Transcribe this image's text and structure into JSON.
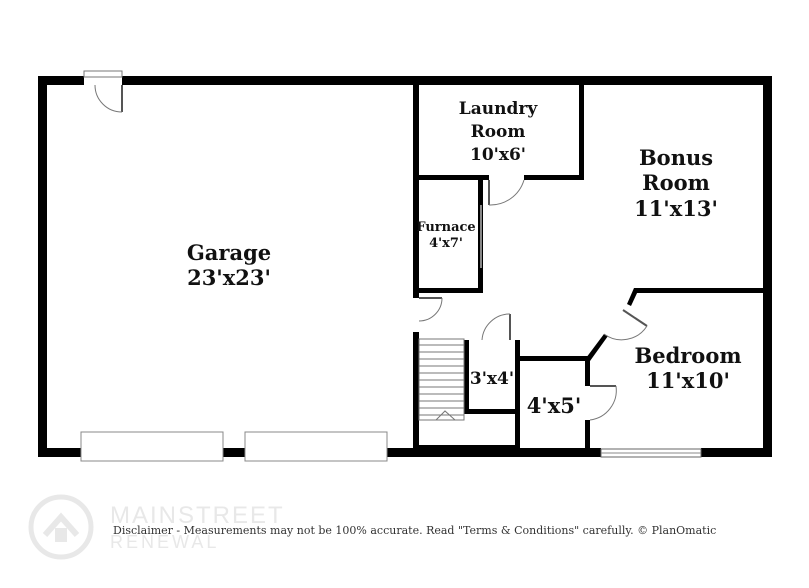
{
  "rooms": {
    "garage": {
      "name": "Garage",
      "size": "23'x23'"
    },
    "laundry": {
      "name_line1": "Laundry",
      "name_line2": "Room",
      "size": "10'x6'"
    },
    "bonus": {
      "name_line1": "Bonus",
      "name_line2": "Room",
      "size": "11'x13'"
    },
    "furnace": {
      "name": "Furnace",
      "size": "4'x7'"
    },
    "bedroom": {
      "name": "Bedroom",
      "size": "11'x10'"
    },
    "closet_small": {
      "size": "3'x4'"
    },
    "closet_bath": {
      "size": "4'x5'"
    }
  },
  "watermark": {
    "line1": "MAINSTREET",
    "line2": "RENEWAL"
  },
  "disclaimer": "Disclaimer - Measurements may not be 100% accurate. Read \"Terms & Conditions\" carefully. © PlanOmatic",
  "colors": {
    "wall": "#000000",
    "background": "#ffffff",
    "watermark": "#e8e8e8"
  }
}
